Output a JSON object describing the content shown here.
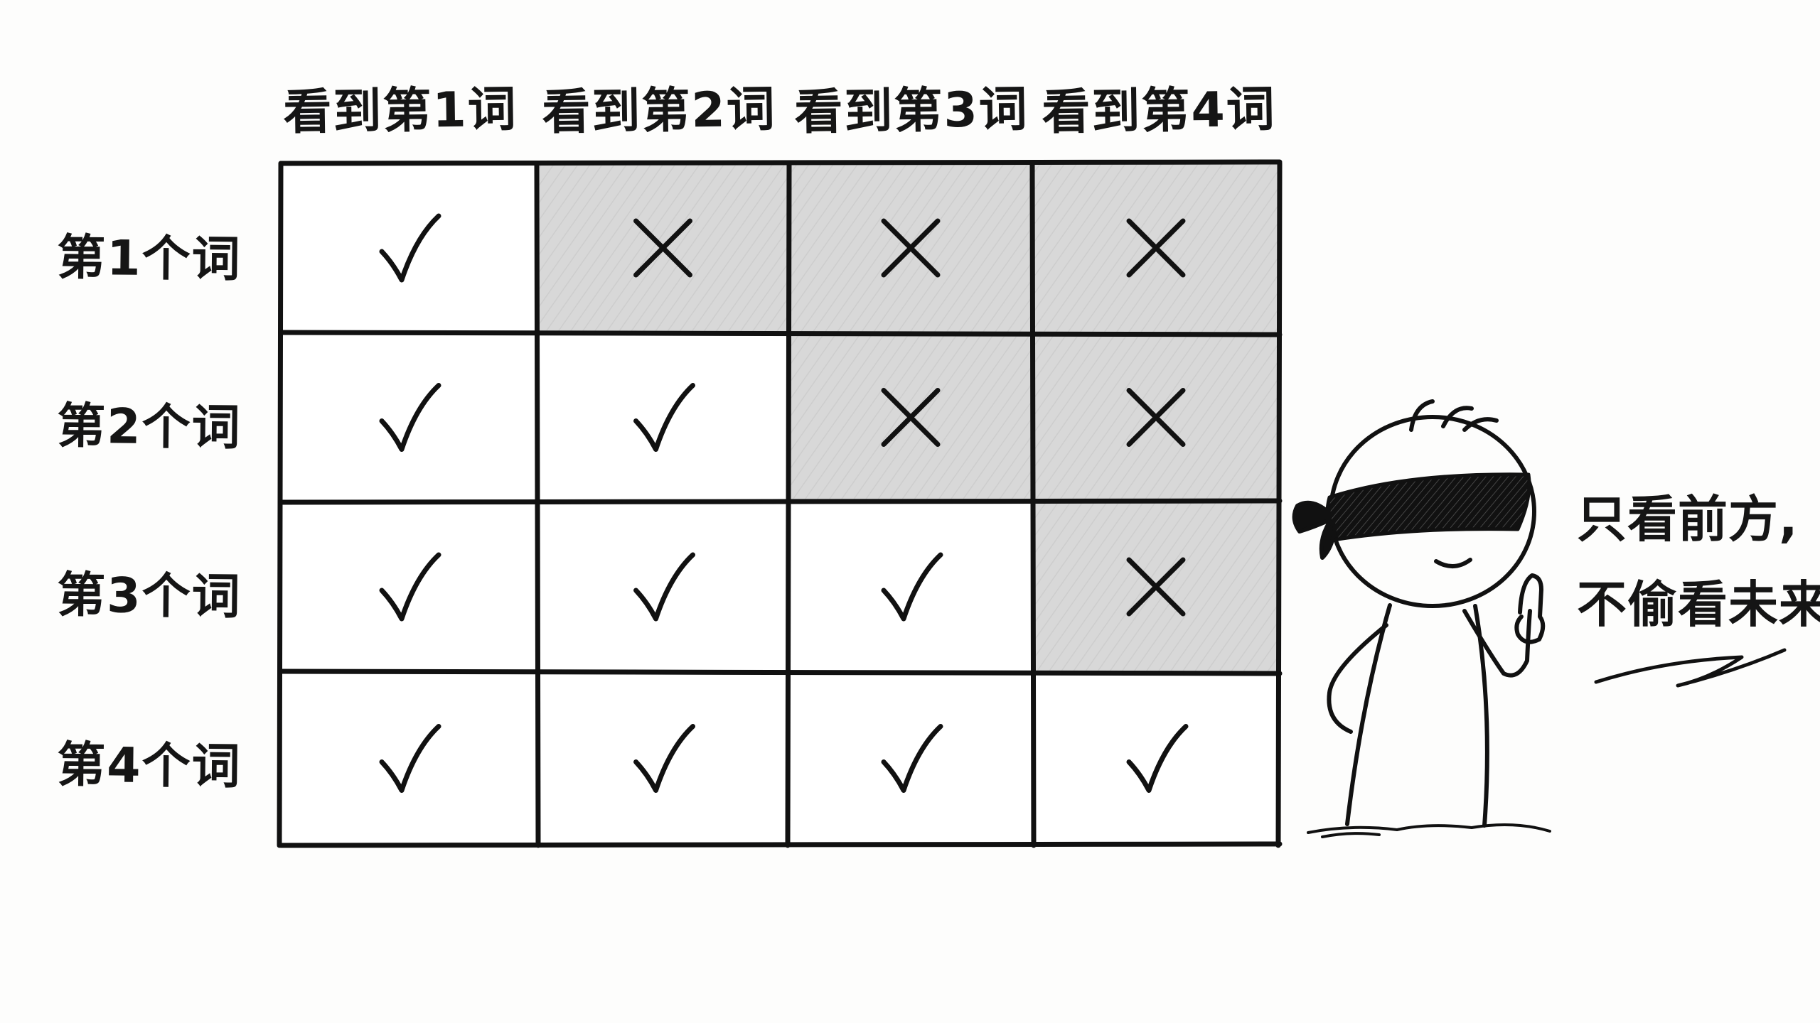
{
  "columns": [
    "看到第1词",
    "看到第2词",
    "看到第3词",
    "看到第4词"
  ],
  "rows": [
    "第1个词",
    "第2个词",
    "第3个词",
    "第4个词"
  ],
  "matrix": [
    [
      "check",
      "cross",
      "cross",
      "cross"
    ],
    [
      "check",
      "check",
      "cross",
      "cross"
    ],
    [
      "check",
      "check",
      "check",
      "cross"
    ],
    [
      "check",
      "check",
      "check",
      "check"
    ]
  ],
  "speech": {
    "line1": "只看前方,",
    "line2": "不偷看未来"
  },
  "colors": {
    "ink": "#111111",
    "masked_cell": "#d9d9d9",
    "open_cell": "#ffffff",
    "blindfold": "#111111"
  },
  "icons": {
    "check": "check-mark-icon",
    "cross": "cross-mark-icon",
    "figure": "blindfolded-stick-figure"
  }
}
